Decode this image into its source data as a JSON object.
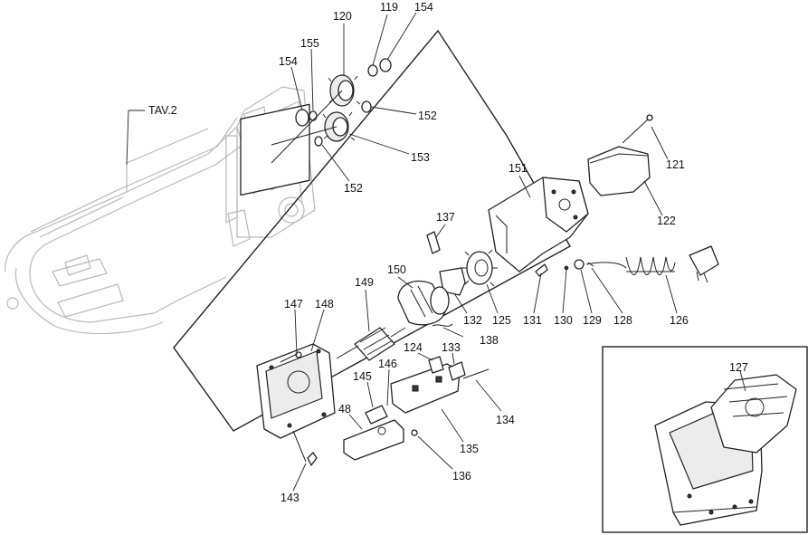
{
  "diagram": {
    "assembly_ref": "TAV.2",
    "part_labels": [
      {
        "id": "120",
        "text": "120"
      },
      {
        "id": "119",
        "text": "119"
      },
      {
        "id": "154a",
        "text": "154"
      },
      {
        "id": "155",
        "text": "155"
      },
      {
        "id": "154b",
        "text": "154"
      },
      {
        "id": "152a",
        "text": "152"
      },
      {
        "id": "153",
        "text": "153"
      },
      {
        "id": "152b",
        "text": "152"
      },
      {
        "id": "121",
        "text": "121"
      },
      {
        "id": "151",
        "text": "151"
      },
      {
        "id": "122",
        "text": "122"
      },
      {
        "id": "137",
        "text": "137"
      },
      {
        "id": "150",
        "text": "150"
      },
      {
        "id": "149",
        "text": "149"
      },
      {
        "id": "147",
        "text": "147"
      },
      {
        "id": "148",
        "text": "148"
      },
      {
        "id": "132",
        "text": "132"
      },
      {
        "id": "125",
        "text": "125"
      },
      {
        "id": "131",
        "text": "131"
      },
      {
        "id": "130",
        "text": "130"
      },
      {
        "id": "129",
        "text": "129"
      },
      {
        "id": "128",
        "text": "128"
      },
      {
        "id": "126",
        "text": "126"
      },
      {
        "id": "138",
        "text": "138"
      },
      {
        "id": "124",
        "text": "124"
      },
      {
        "id": "133",
        "text": "133"
      },
      {
        "id": "145",
        "text": "145"
      },
      {
        "id": "146",
        "text": "146"
      },
      {
        "id": "48",
        "text": "48"
      },
      {
        "id": "134",
        "text": "134"
      },
      {
        "id": "135",
        "text": "135"
      },
      {
        "id": "136",
        "text": "136"
      },
      {
        "id": "143",
        "text": "143"
      },
      {
        "id": "127",
        "text": "127"
      }
    ]
  }
}
